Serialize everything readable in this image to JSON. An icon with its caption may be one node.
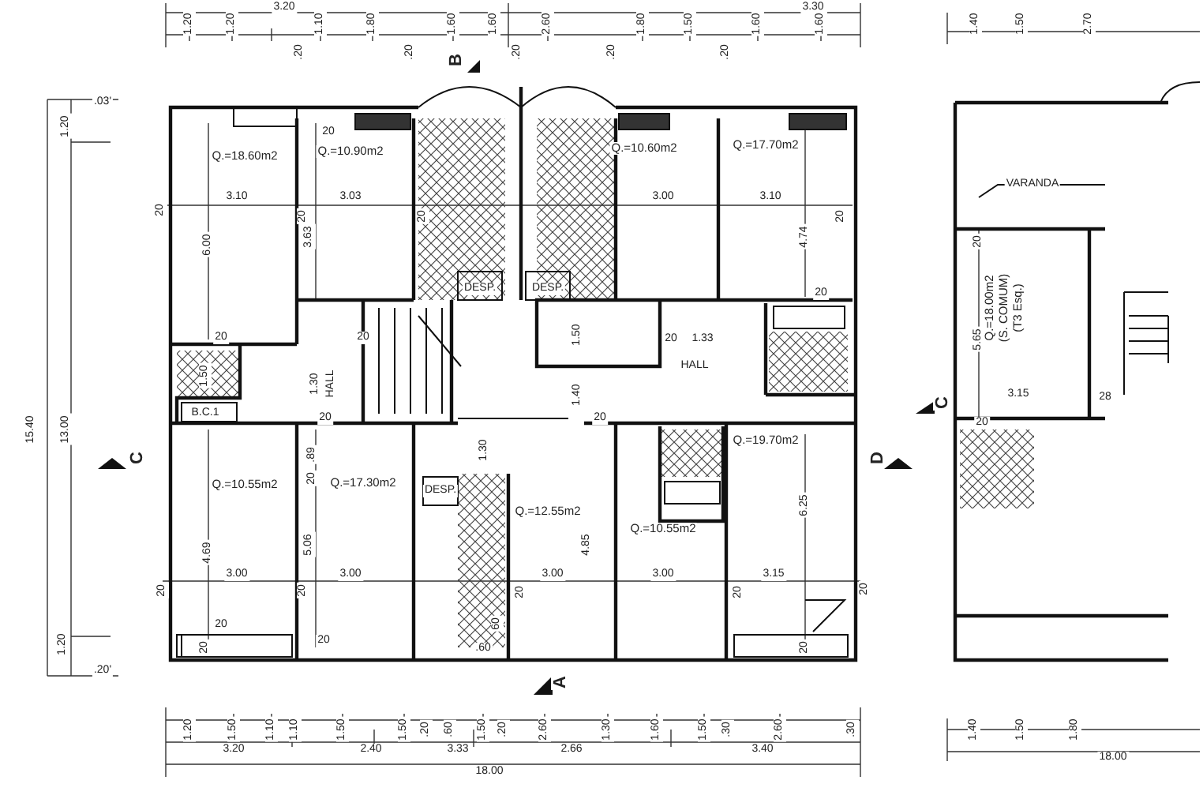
{
  "diagram": {
    "labels": [
      "3.20",
      "3.30",
      "1.20",
      "1.20",
      "1.10",
      "1.80",
      "1.60",
      "1.60",
      "2.60",
      "1.80",
      "1.50",
      "1.60",
      "1.60",
      "1.40",
      "1.50",
      "2.70",
      ".20",
      ".20",
      ".20",
      ".20",
      ".20",
      "B",
      ".03'",
      "1.20",
      "Q.=18.60m2",
      "Q.=10.90m2",
      "Q.=10.60m2",
      "Q.=17.70m2",
      "20",
      "VARANDA",
      "3.10",
      "3.03",
      "3.00",
      "3.10",
      "20",
      "20",
      "20",
      "20",
      "20",
      "6.00",
      "3.63",
      "4.74",
      "DESP.",
      "DESP.",
      "20",
      "20",
      "20",
      "1.50",
      "20",
      "1.33",
      "5.65",
      "Q.=18.00m2",
      "(S. COMUM)",
      "(T3 Esq.)",
      "HALL",
      "1.50",
      "1.30",
      "HALL",
      "1.40",
      "3.15",
      "28",
      "C",
      "20",
      "20",
      "B.C.1",
      "20",
      "Q.=19.70m2",
      "C",
      "D",
      "1.30",
      ".89",
      "20",
      "Q.=10.55m2",
      "Q.=17.30m2",
      "DESP.",
      "Q.=12.55m2",
      "6.25",
      "Q.=10.55m2",
      "4.69",
      "5.06",
      "4.85",
      "3.00",
      "3.00",
      "3.00",
      "3.00",
      "3.15",
      "20",
      "20",
      "20",
      "20",
      "20",
      "20",
      "60",
      "1.20",
      "20",
      "20",
      ".60",
      "20",
      ".20'",
      "A",
      "1.20",
      "1.50",
      "1.10",
      "1.10",
      "1.50",
      "1.50",
      ".20",
      ".60",
      "1.50",
      ".20",
      "2.60",
      "1.30",
      "1.60",
      "1.50",
      ".30",
      "2.60",
      ".30",
      "1.40",
      "1.50",
      "1.80",
      "3.20",
      "2.40",
      "3.33",
      "2.66",
      "3.40",
      "18.00",
      "18.00",
      "15.40",
      "13.00"
    ]
  }
}
